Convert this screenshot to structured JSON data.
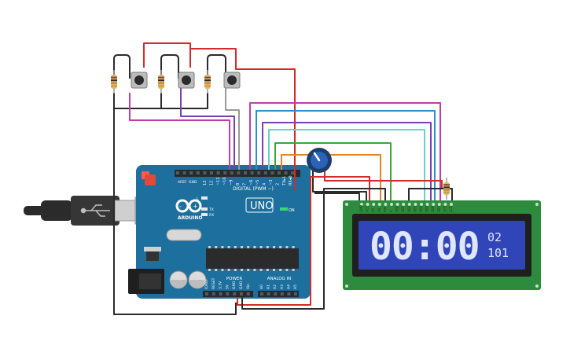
{
  "board": {
    "brand": "ARDUINO",
    "model": "UNO",
    "on_label": "ON",
    "tx_label": "TX",
    "rx_label": "RX",
    "l_label": "L",
    "aref_label": "AREF",
    "gnd_label": "GND",
    "digital_header_label": "DIGITAL (PWM ~)",
    "digital_pins": [
      "13",
      "12",
      "~11",
      "~10",
      "~9",
      "8",
      "7",
      "~6",
      "~5",
      "4",
      "~3",
      "2",
      "TX▸1",
      "RX◂0"
    ],
    "power_label": "POWER",
    "analog_label": "ANALOG IN",
    "power_pins": [
      "IOREF",
      "RESET",
      "3.3V",
      "5V",
      "GND",
      "GND",
      "Vin"
    ],
    "analog_pins": [
      "A0",
      "A1",
      "A2",
      "A3",
      "A4",
      "A5"
    ]
  },
  "lcd": {
    "big_digits": "00:00",
    "line1_small": "02",
    "line2_small": "101",
    "pin_labels": [
      "GND",
      "VCC",
      "V0",
      "RS",
      "RW",
      "E",
      "DB0",
      "DB1",
      "DB2",
      "DB3",
      "DB4",
      "DB5",
      "DB6",
      "DB7",
      "LED",
      "LED"
    ]
  },
  "colors": {
    "board_blue": "#1d6f9e",
    "pcb_green": "#2e8b3d",
    "lcd_screen": "#2f45b8",
    "wire_red": "#d32b2b",
    "wire_black": "#2a2a2a",
    "wire_magenta": "#c43aa8",
    "wire_purple": "#7a3fb0",
    "wire_gray": "#9a9a9a",
    "wire_blue": "#2a8fd0",
    "wire_teal": "#6ad1c8",
    "wire_green": "#3aa63a",
    "wire_orange": "#e8841f"
  }
}
